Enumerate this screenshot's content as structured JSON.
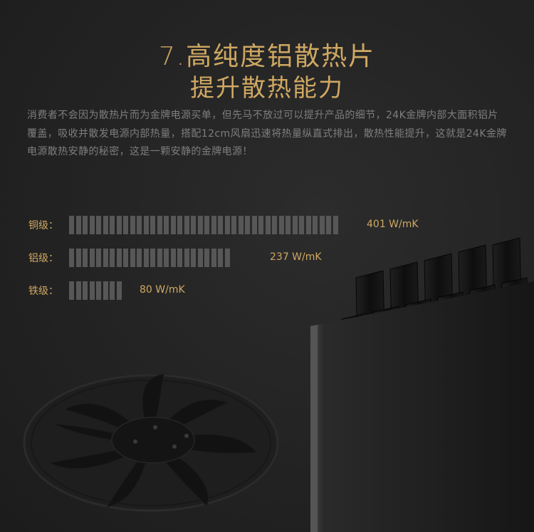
{
  "heading": {
    "line1": "7.高纯度铝散热片",
    "line2": "提升散热能力"
  },
  "description": "消费者不会因为散热片而为金牌电源买单，但先马不放过可以提升产品的细节，24K金牌内部大面积铝片覆盖，吸收并散发电源内部热量，搭配12cm风扇迅速将热量纵直式排出，散热性能提升，这就是24K金牌电源散热安静的秘密，这是一颗安静的金牌电源！",
  "colors": {
    "gold": "#cfa862",
    "bar": "#575757",
    "text": "#7e7e7e",
    "background": "#242424"
  },
  "comparison": [
    {
      "label": "铜级：",
      "value_text": "401 W/mK",
      "value": 401
    },
    {
      "label": "铝级：",
      "value_text": "237 W/mK",
      "value": 237
    },
    {
      "label": "铁级：",
      "value_text": "80 W/mK",
      "value": 80
    }
  ]
}
